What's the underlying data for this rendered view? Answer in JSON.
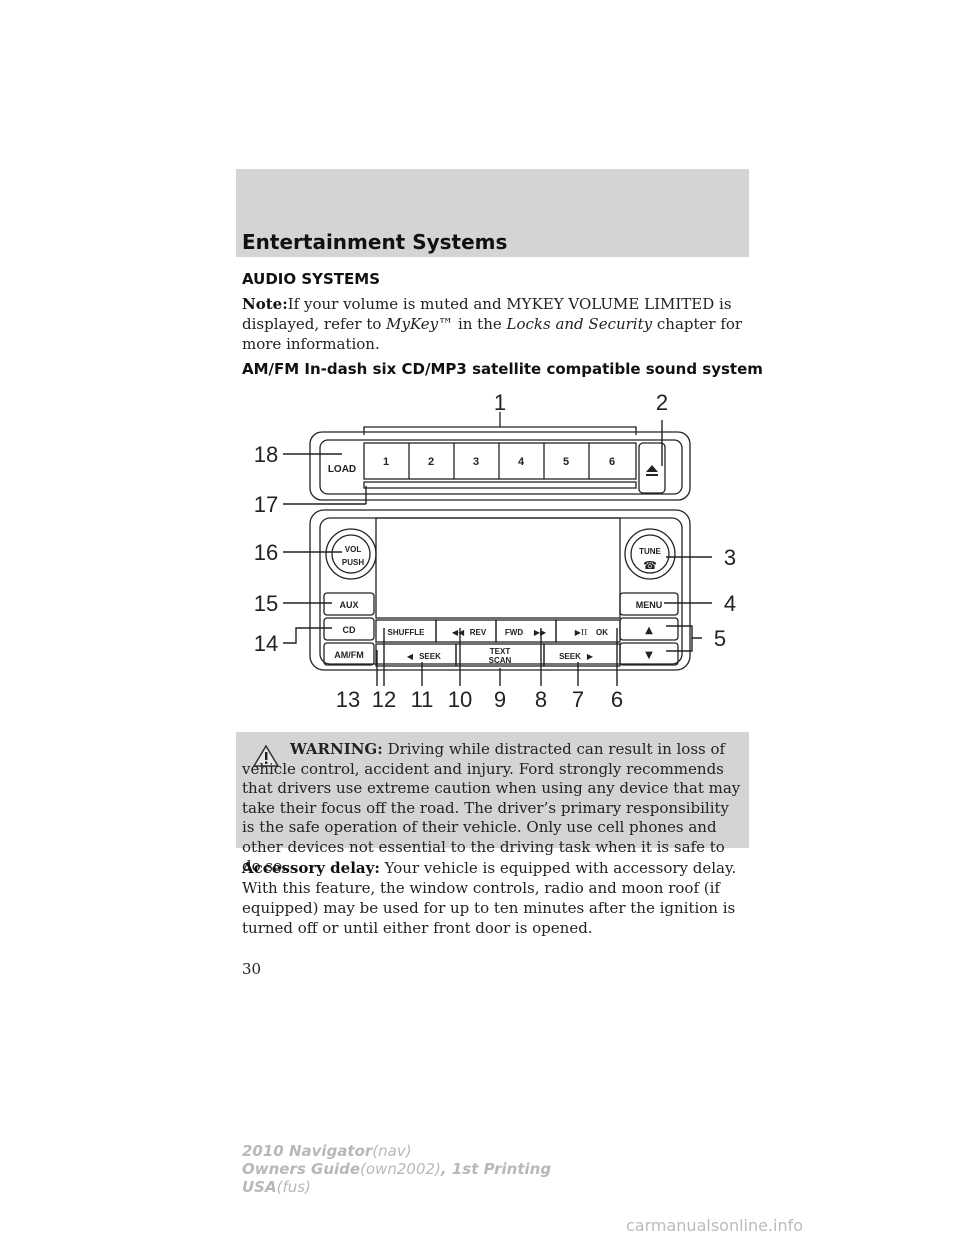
{
  "header": {
    "title": "Entertainment Systems"
  },
  "section_title": "AUDIO SYSTEMS",
  "note": {
    "label": "Note:",
    "text_before": "If your volume is muted and MYKEY VOLUME LIMITED is displayed, refer to ",
    "ref1": "MyKey™",
    "text_mid": " in the ",
    "ref2": "Locks and Security",
    "text_after": " chapter for more information."
  },
  "subsection_title": "AM/FM In-dash six CD/MP3 satellite compatible sound system",
  "diagram": {
    "preset_buttons": [
      "1",
      "2",
      "3",
      "4",
      "5",
      "6"
    ],
    "labels": {
      "load": "LOAD",
      "vol": "VOL",
      "push": "PUSH",
      "tune": "TUNE",
      "aux": "AUX",
      "cd": "CD",
      "amfm": "AM/FM",
      "menu": "MENU",
      "shuffle": "SHUFFLE",
      "rev": "REV",
      "fwd": "FWD",
      "ok": "OK",
      "seek_left": "SEEK",
      "seek_right": "SEEK",
      "text": "TEXT",
      "scan": "SCAN"
    },
    "callouts": [
      "1",
      "2",
      "3",
      "4",
      "5",
      "6",
      "7",
      "8",
      "9",
      "10",
      "11",
      "12",
      "13",
      "14",
      "15",
      "16",
      "17",
      "18"
    ]
  },
  "warning": {
    "label": "WARNING:",
    "text": "Driving while distracted can result in loss of vehicle control, accident and injury. Ford strongly recommends that drivers use extreme caution when using any device that may take their focus off the road. The driver’s primary responsibility is the safe operation of their vehicle. Only use cell phones and other devices not essential to the driving task when it is safe to do so."
  },
  "accessory": {
    "label": "Accessory delay:",
    "text": "Your vehicle is equipped with accessory delay. With this feature, the window controls, radio and moon roof (if equipped) may be used for up to ten minutes after the ignition is turned off or until either front door is opened."
  },
  "page_number": "30",
  "footer": {
    "line1_bold": "2010 Navigator",
    "line1_ital": "(nav)",
    "line2_bold": "Owners Guide",
    "line2_ital": "(own2002)",
    "line2_bold2": ", 1st Printing",
    "line3_bold": "USA",
    "line3_ital": "(fus)"
  },
  "watermark": "carmanualsonline.info"
}
